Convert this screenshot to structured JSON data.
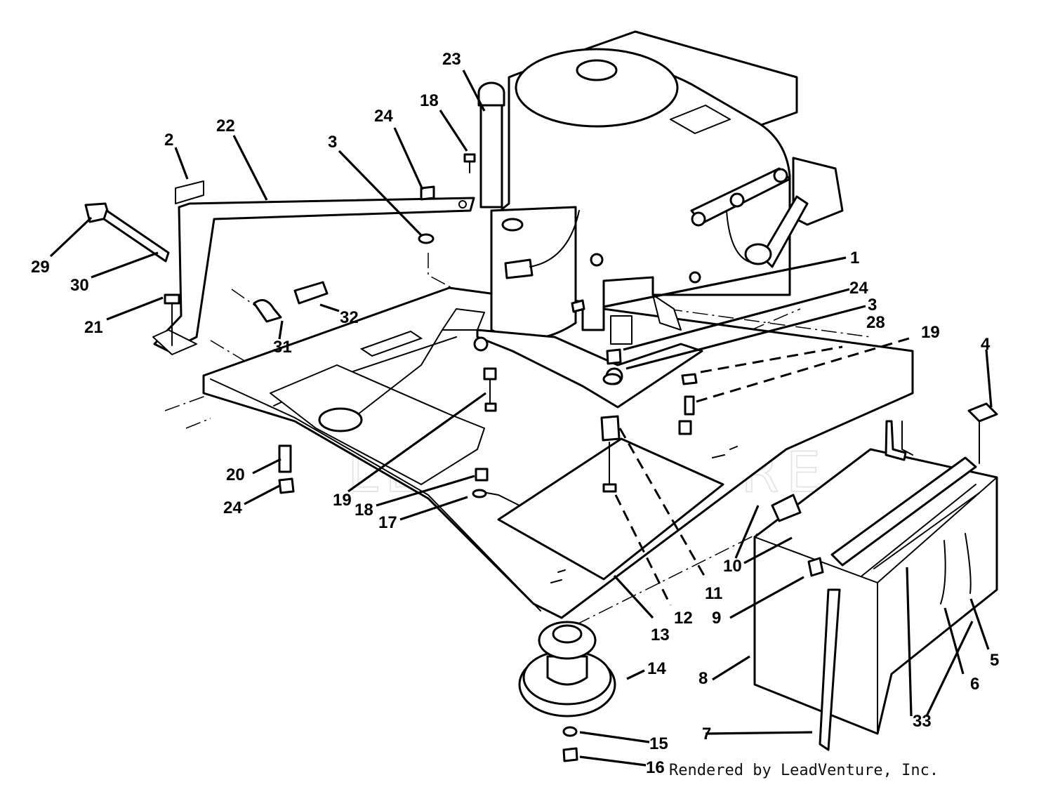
{
  "watermark": "LEADVENTURE",
  "credit": "Rendered by LeadVenture, Inc.",
  "callouts": [
    {
      "id": "c23",
      "text": "23"
    },
    {
      "id": "c18a",
      "text": "18"
    },
    {
      "id": "c24a",
      "text": "24"
    },
    {
      "id": "c3a",
      "text": "3"
    },
    {
      "id": "c22",
      "text": "22"
    },
    {
      "id": "c2",
      "text": "2"
    },
    {
      "id": "c29",
      "text": "29"
    },
    {
      "id": "c30",
      "text": "30"
    },
    {
      "id": "c21",
      "text": "21"
    },
    {
      "id": "c31",
      "text": "31"
    },
    {
      "id": "c32",
      "text": "32"
    },
    {
      "id": "c1",
      "text": "1"
    },
    {
      "id": "c24b",
      "text": "24"
    },
    {
      "id": "c3b",
      "text": "3"
    },
    {
      "id": "c28",
      "text": "28"
    },
    {
      "id": "c19a",
      "text": "19"
    },
    {
      "id": "c4",
      "text": "4"
    },
    {
      "id": "c20",
      "text": "20"
    },
    {
      "id": "c24c",
      "text": "24"
    },
    {
      "id": "c19b",
      "text": "19"
    },
    {
      "id": "c18b",
      "text": "18"
    },
    {
      "id": "c17",
      "text": "17"
    },
    {
      "id": "c10",
      "text": "10"
    },
    {
      "id": "c11",
      "text": "11"
    },
    {
      "id": "c12",
      "text": "12"
    },
    {
      "id": "c13",
      "text": "13"
    },
    {
      "id": "c9",
      "text": "9"
    },
    {
      "id": "c14",
      "text": "14"
    },
    {
      "id": "c8",
      "text": "8"
    },
    {
      "id": "c33",
      "text": "33"
    },
    {
      "id": "c6",
      "text": "6"
    },
    {
      "id": "c5",
      "text": "5"
    },
    {
      "id": "c7",
      "text": "7"
    },
    {
      "id": "c15",
      "text": "15"
    },
    {
      "id": "c16",
      "text": "16"
    }
  ]
}
